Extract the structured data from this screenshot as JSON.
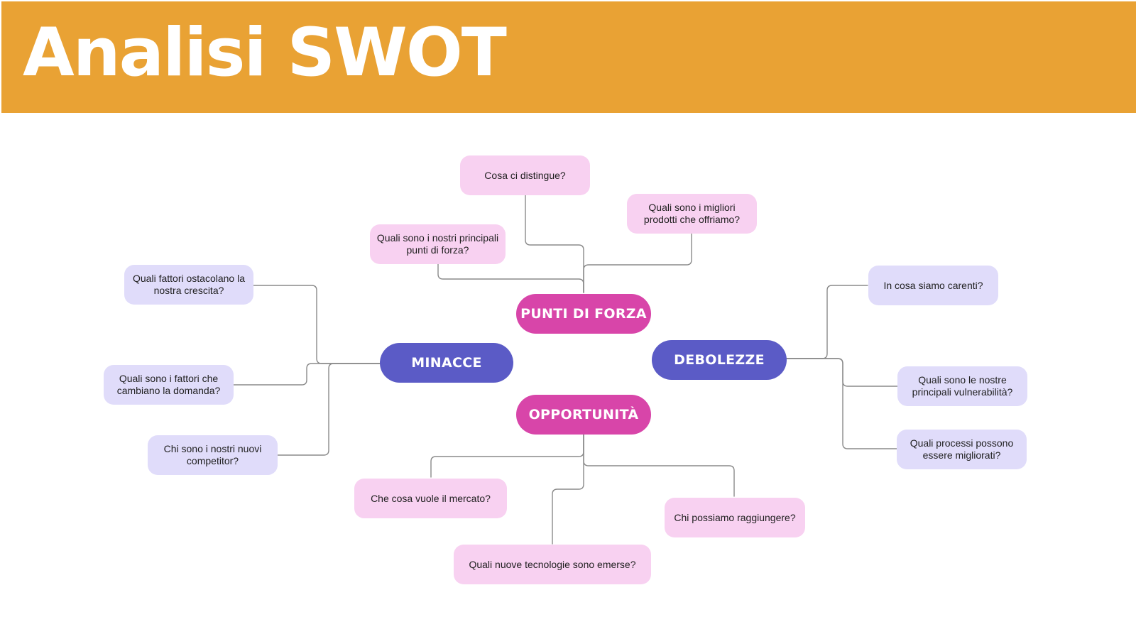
{
  "title": "Analisi SWOT",
  "colors": {
    "header": "#e9a234",
    "strengths_opportunities": "#d845a9",
    "weaknesses_threats": "#5b5bc6",
    "pink_box": "#f8d1f1",
    "purple_box": "#e0dcfa",
    "connector": "#8a8a8a"
  },
  "punti_di_forza": {
    "label": "PUNTI DI FORZA",
    "questions": [
      "Cosa ci distingue?",
      "Quali sono i migliori prodotti che offriamo?",
      "Quali sono i nostri principali punti di forza?"
    ]
  },
  "debolezze": {
    "label": "DEBOLEZZE",
    "questions": [
      "In cosa siamo carenti?",
      "Quali sono le nostre principali vulnerabilità?",
      "Quali processi possono essere migliorati?"
    ]
  },
  "minacce": {
    "label": "MINACCE",
    "questions": [
      "Quali fattori ostacolano la nostra crescita?",
      "Quali sono i fattori che cambiano la domanda?",
      "Chi sono i nostri nuovi competitor?"
    ]
  },
  "opportunita": {
    "label": "OPPORTUNITÀ",
    "questions": [
      "Che cosa vuole il mercato?",
      "Chi possiamo raggiungere?",
      "Quali nuove tecnologie sono emerse?"
    ]
  }
}
